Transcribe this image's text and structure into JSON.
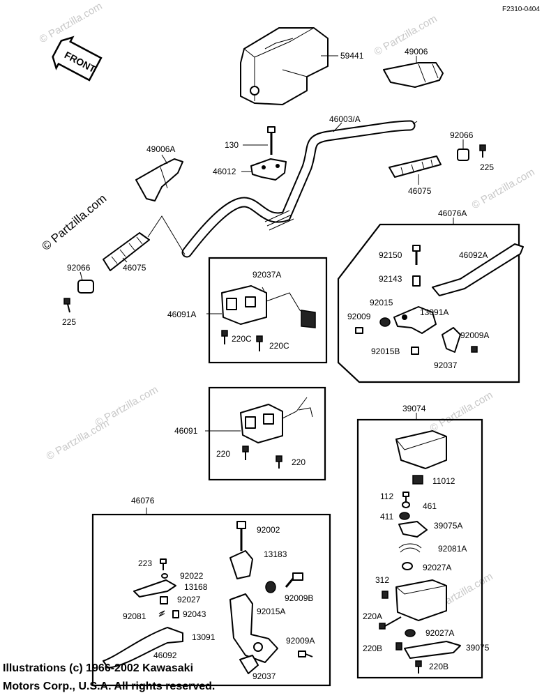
{
  "diagram_code": "F2310-0404",
  "front_label": "FRONT",
  "watermark": "© Partzilla.com",
  "labels": [
    {
      "id": "59441",
      "text": "59441"
    },
    {
      "id": "49006",
      "text": "49006"
    },
    {
      "id": "46003A",
      "text": "46003/A"
    },
    {
      "id": "130",
      "text": "130"
    },
    {
      "id": "46012",
      "text": "46012"
    },
    {
      "id": "49006A",
      "text": "49006A"
    },
    {
      "id": "92066r",
      "text": "92066"
    },
    {
      "id": "225r",
      "text": "225"
    },
    {
      "id": "46075r",
      "text": "46075"
    },
    {
      "id": "46076A",
      "text": "46076A"
    },
    {
      "id": "46075l",
      "text": "46075"
    },
    {
      "id": "92066l",
      "text": "92066"
    },
    {
      "id": "225l",
      "text": "225"
    },
    {
      "id": "92037A",
      "text": "92037A"
    },
    {
      "id": "46091A",
      "text": "46091A"
    },
    {
      "id": "220C1",
      "text": "220C"
    },
    {
      "id": "220C2",
      "text": "220C"
    },
    {
      "id": "92150",
      "text": "92150"
    },
    {
      "id": "46092A",
      "text": "46092A"
    },
    {
      "id": "92143",
      "text": "92143"
    },
    {
      "id": "92015",
      "text": "92015"
    },
    {
      "id": "13091A",
      "text": "13091A"
    },
    {
      "id": "92009",
      "text": "92009"
    },
    {
      "id": "92009A",
      "text": "92009A"
    },
    {
      "id": "92015B",
      "text": "92015B"
    },
    {
      "id": "92037",
      "text": "92037"
    },
    {
      "id": "46091",
      "text": "46091"
    },
    {
      "id": "220a",
      "text": "220"
    },
    {
      "id": "220b",
      "text": "220"
    },
    {
      "id": "39074",
      "text": "39074"
    },
    {
      "id": "11012",
      "text": "11012"
    },
    {
      "id": "112",
      "text": "112"
    },
    {
      "id": "461",
      "text": "461"
    },
    {
      "id": "411",
      "text": "411"
    },
    {
      "id": "39075A",
      "text": "39075A"
    },
    {
      "id": "92081A",
      "text": "92081A"
    },
    {
      "id": "92027A1",
      "text": "92027A"
    },
    {
      "id": "312",
      "text": "312"
    },
    {
      "id": "220A",
      "text": "220A"
    },
    {
      "id": "92027A2",
      "text": "92027A"
    },
    {
      "id": "220B1",
      "text": "220B"
    },
    {
      "id": "39075",
      "text": "39075"
    },
    {
      "id": "220B2",
      "text": "220B"
    },
    {
      "id": "46076",
      "text": "46076"
    },
    {
      "id": "92002",
      "text": "92002"
    },
    {
      "id": "13183",
      "text": "13183"
    },
    {
      "id": "223",
      "text": "223"
    },
    {
      "id": "92022",
      "text": "92022"
    },
    {
      "id": "13168",
      "text": "13168"
    },
    {
      "id": "92027",
      "text": "92027"
    },
    {
      "id": "92009B",
      "text": "92009B"
    },
    {
      "id": "92015A",
      "text": "92015A"
    },
    {
      "id": "92081",
      "text": "92081"
    },
    {
      "id": "92043",
      "text": "92043"
    },
    {
      "id": "13091",
      "text": "13091"
    },
    {
      "id": "92009A2",
      "text": "92009A"
    },
    {
      "id": "46092",
      "text": "46092"
    },
    {
      "id": "92037b",
      "text": "92037"
    }
  ],
  "copyright": {
    "line1": "Illustrations (c) 1966-2002 Kawasaki",
    "line2": "Motors Corp., U.S.A.  All rights reserved."
  }
}
